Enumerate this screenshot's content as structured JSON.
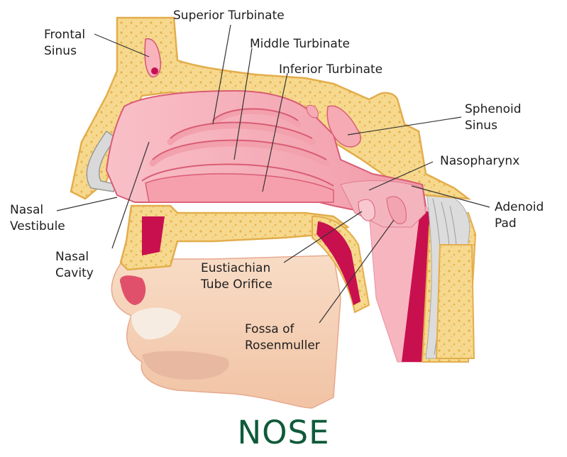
{
  "title": "NOSE",
  "labels": {
    "frontal_sinus": [
      "Frontal",
      "Sinus"
    ],
    "superior_turbinate": "Superior Turbinate",
    "middle_turbinate": "Middle Turbinate",
    "inferior_turbinate": "Inferior Turbinate",
    "sphenoid_sinus": [
      "Sphenoid",
      "Sinus"
    ],
    "nasopharynx": "Nasopharynx",
    "adenoid_pad": [
      "Adenoid",
      "Pad"
    ],
    "nasal_vestibule": [
      "Nasal",
      "Vestibule"
    ],
    "nasal_cavity": [
      "Nasal",
      "Cavity"
    ],
    "eustachian_tube_orifice": [
      "Eustiachian",
      "Tube Orifice"
    ],
    "fossa_of_rosenmuller": [
      "Fossa of",
      "Rosenmuller"
    ]
  },
  "colors": {
    "bone": "#f6d98e",
    "bone_dots": "#e6b24d",
    "mucosa": "#f6aab4",
    "mucosa_dark": "#e37d8e",
    "skin": "#f6d3bb",
    "muscle": "#c8104f",
    "cartilage": "#d9d9d9",
    "title": "#0e5a3a"
  }
}
